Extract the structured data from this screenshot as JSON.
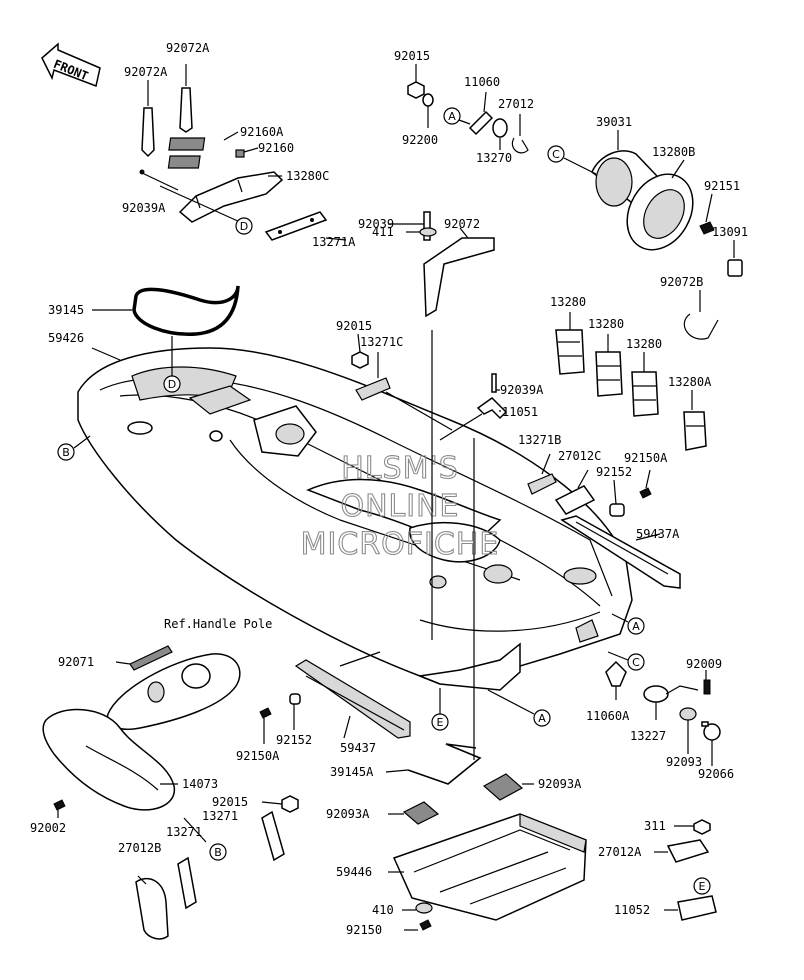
{
  "front_label": "FRONT",
  "watermark": [
    "HLSM'S",
    "ONLINE",
    "MICROFICHE"
  ],
  "reference_note": "Ref.Handle Pole",
  "parts": {
    "p92072A_top": "92072A",
    "p92072A_left": "92072A",
    "p92160A": "92160A",
    "p92160": "92160",
    "p13280C": "13280C",
    "p92039A_left": "92039A",
    "p13271A": "13271A",
    "p92015_top": "92015",
    "p11060": "11060",
    "p27012": "27012",
    "p92200": "92200",
    "p13270": "13270",
    "p39031": "39031",
    "p13280B": "13280B",
    "p92151": "92151",
    "p92039": "92039",
    "p92072": "92072",
    "p411": "411",
    "p13091": "13091",
    "p92072B": "92072B",
    "p39145": "39145",
    "p59426": "59426",
    "p92015_mid": "92015",
    "p13271C": "13271C",
    "p13280_1": "13280",
    "p13280_2": "13280",
    "p13280_3": "13280",
    "p13280A": "13280A",
    "p92039A_mid": "92039A",
    "p11051": "11051",
    "p13271B": "13271B",
    "p27012C": "27012C",
    "p92152_r": "92152",
    "p92150A_r": "92150A",
    "p59437A": "59437A",
    "p92071": "92071",
    "p92009": "92009",
    "p11060A": "11060A",
    "p13227": "13227",
    "p92093": "92093",
    "p92066": "92066",
    "p92152_l": "92152",
    "p92150A_l": "92150A",
    "p59437": "59437",
    "p14073": "14073",
    "p39145A": "39145A",
    "p92093A_r": "92093A",
    "p92002": "92002",
    "p92015_bot": "92015",
    "p13271_a": "13271",
    "p13271_b": "13271",
    "p27012B": "27012B",
    "p92093A_l": "92093A",
    "p311": "311",
    "p27012A": "27012A",
    "p59446": "59446",
    "p410": "410",
    "p11052": "11052",
    "p92150": "92150"
  },
  "callouts": {
    "A": "A",
    "B": "B",
    "C": "C",
    "D": "D",
    "E": "E"
  }
}
